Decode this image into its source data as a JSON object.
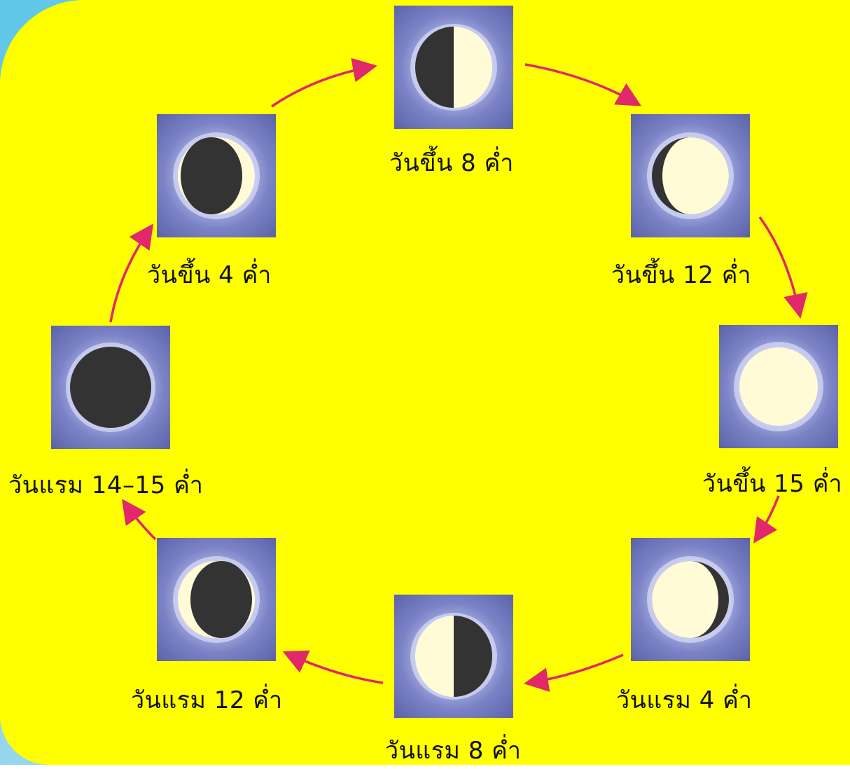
{
  "colors": {
    "background": "#ffff00",
    "lit": "#fffbd6",
    "dark": "#333333",
    "arrow": "#e0286a"
  },
  "phases": [
    {
      "id": "waxing-8",
      "label": "วันขึ้น 8 ค่ำ",
      "phase_desc": "first quarter"
    },
    {
      "id": "waxing-12",
      "label": "วันขึ้น 12 ค่ำ",
      "phase_desc": "waxing gibbous"
    },
    {
      "id": "waxing-15",
      "label": "วันขึ้น 15 ค่ำ",
      "phase_desc": "full moon"
    },
    {
      "id": "waning-4",
      "label": "วันแรม 4 ค่ำ",
      "phase_desc": "waning gibbous"
    },
    {
      "id": "waning-8",
      "label": "วันแรม 8 ค่ำ",
      "phase_desc": "last quarter"
    },
    {
      "id": "waning-12",
      "label": "วันแรม 12 ค่ำ",
      "phase_desc": "waning crescent"
    },
    {
      "id": "new-moon",
      "label": "วันแรม 14–15 ค่ำ",
      "phase_desc": "new moon"
    },
    {
      "id": "waxing-4",
      "label": "วันขึ้น 4 ค่ำ",
      "phase_desc": "waxing crescent"
    }
  ]
}
